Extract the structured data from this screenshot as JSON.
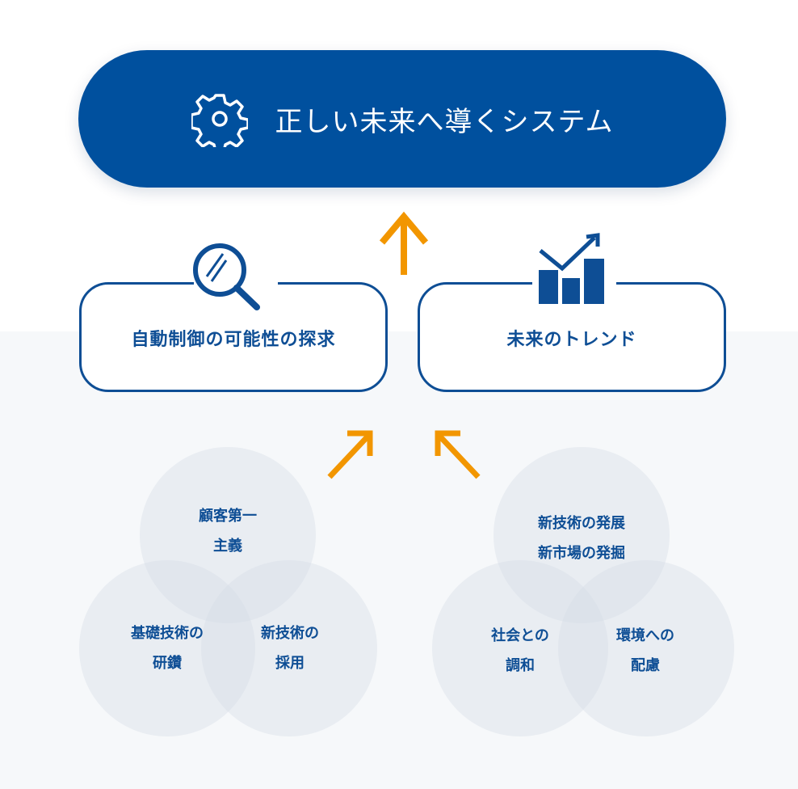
{
  "header": {
    "title": "正しい未来へ導くシステム",
    "icon": "gear-icon"
  },
  "boxes": [
    {
      "label": "自動制御の可能性の探求",
      "icon": "magnifier-icon"
    },
    {
      "label": "未来のトレンド",
      "icon": "bar-chart-trend-icon"
    }
  ],
  "groups": {
    "left": [
      "顧客第一\n主義",
      "基礎技術の\n研鑽",
      "新技術の\n採用"
    ],
    "right": [
      "新技術の発展\n新市場の発掘",
      "社会との\n調和",
      "環境への\n配慮"
    ]
  },
  "colors": {
    "primary": "#00509e",
    "accent": "#f29600",
    "background": "#f6f8fa"
  }
}
